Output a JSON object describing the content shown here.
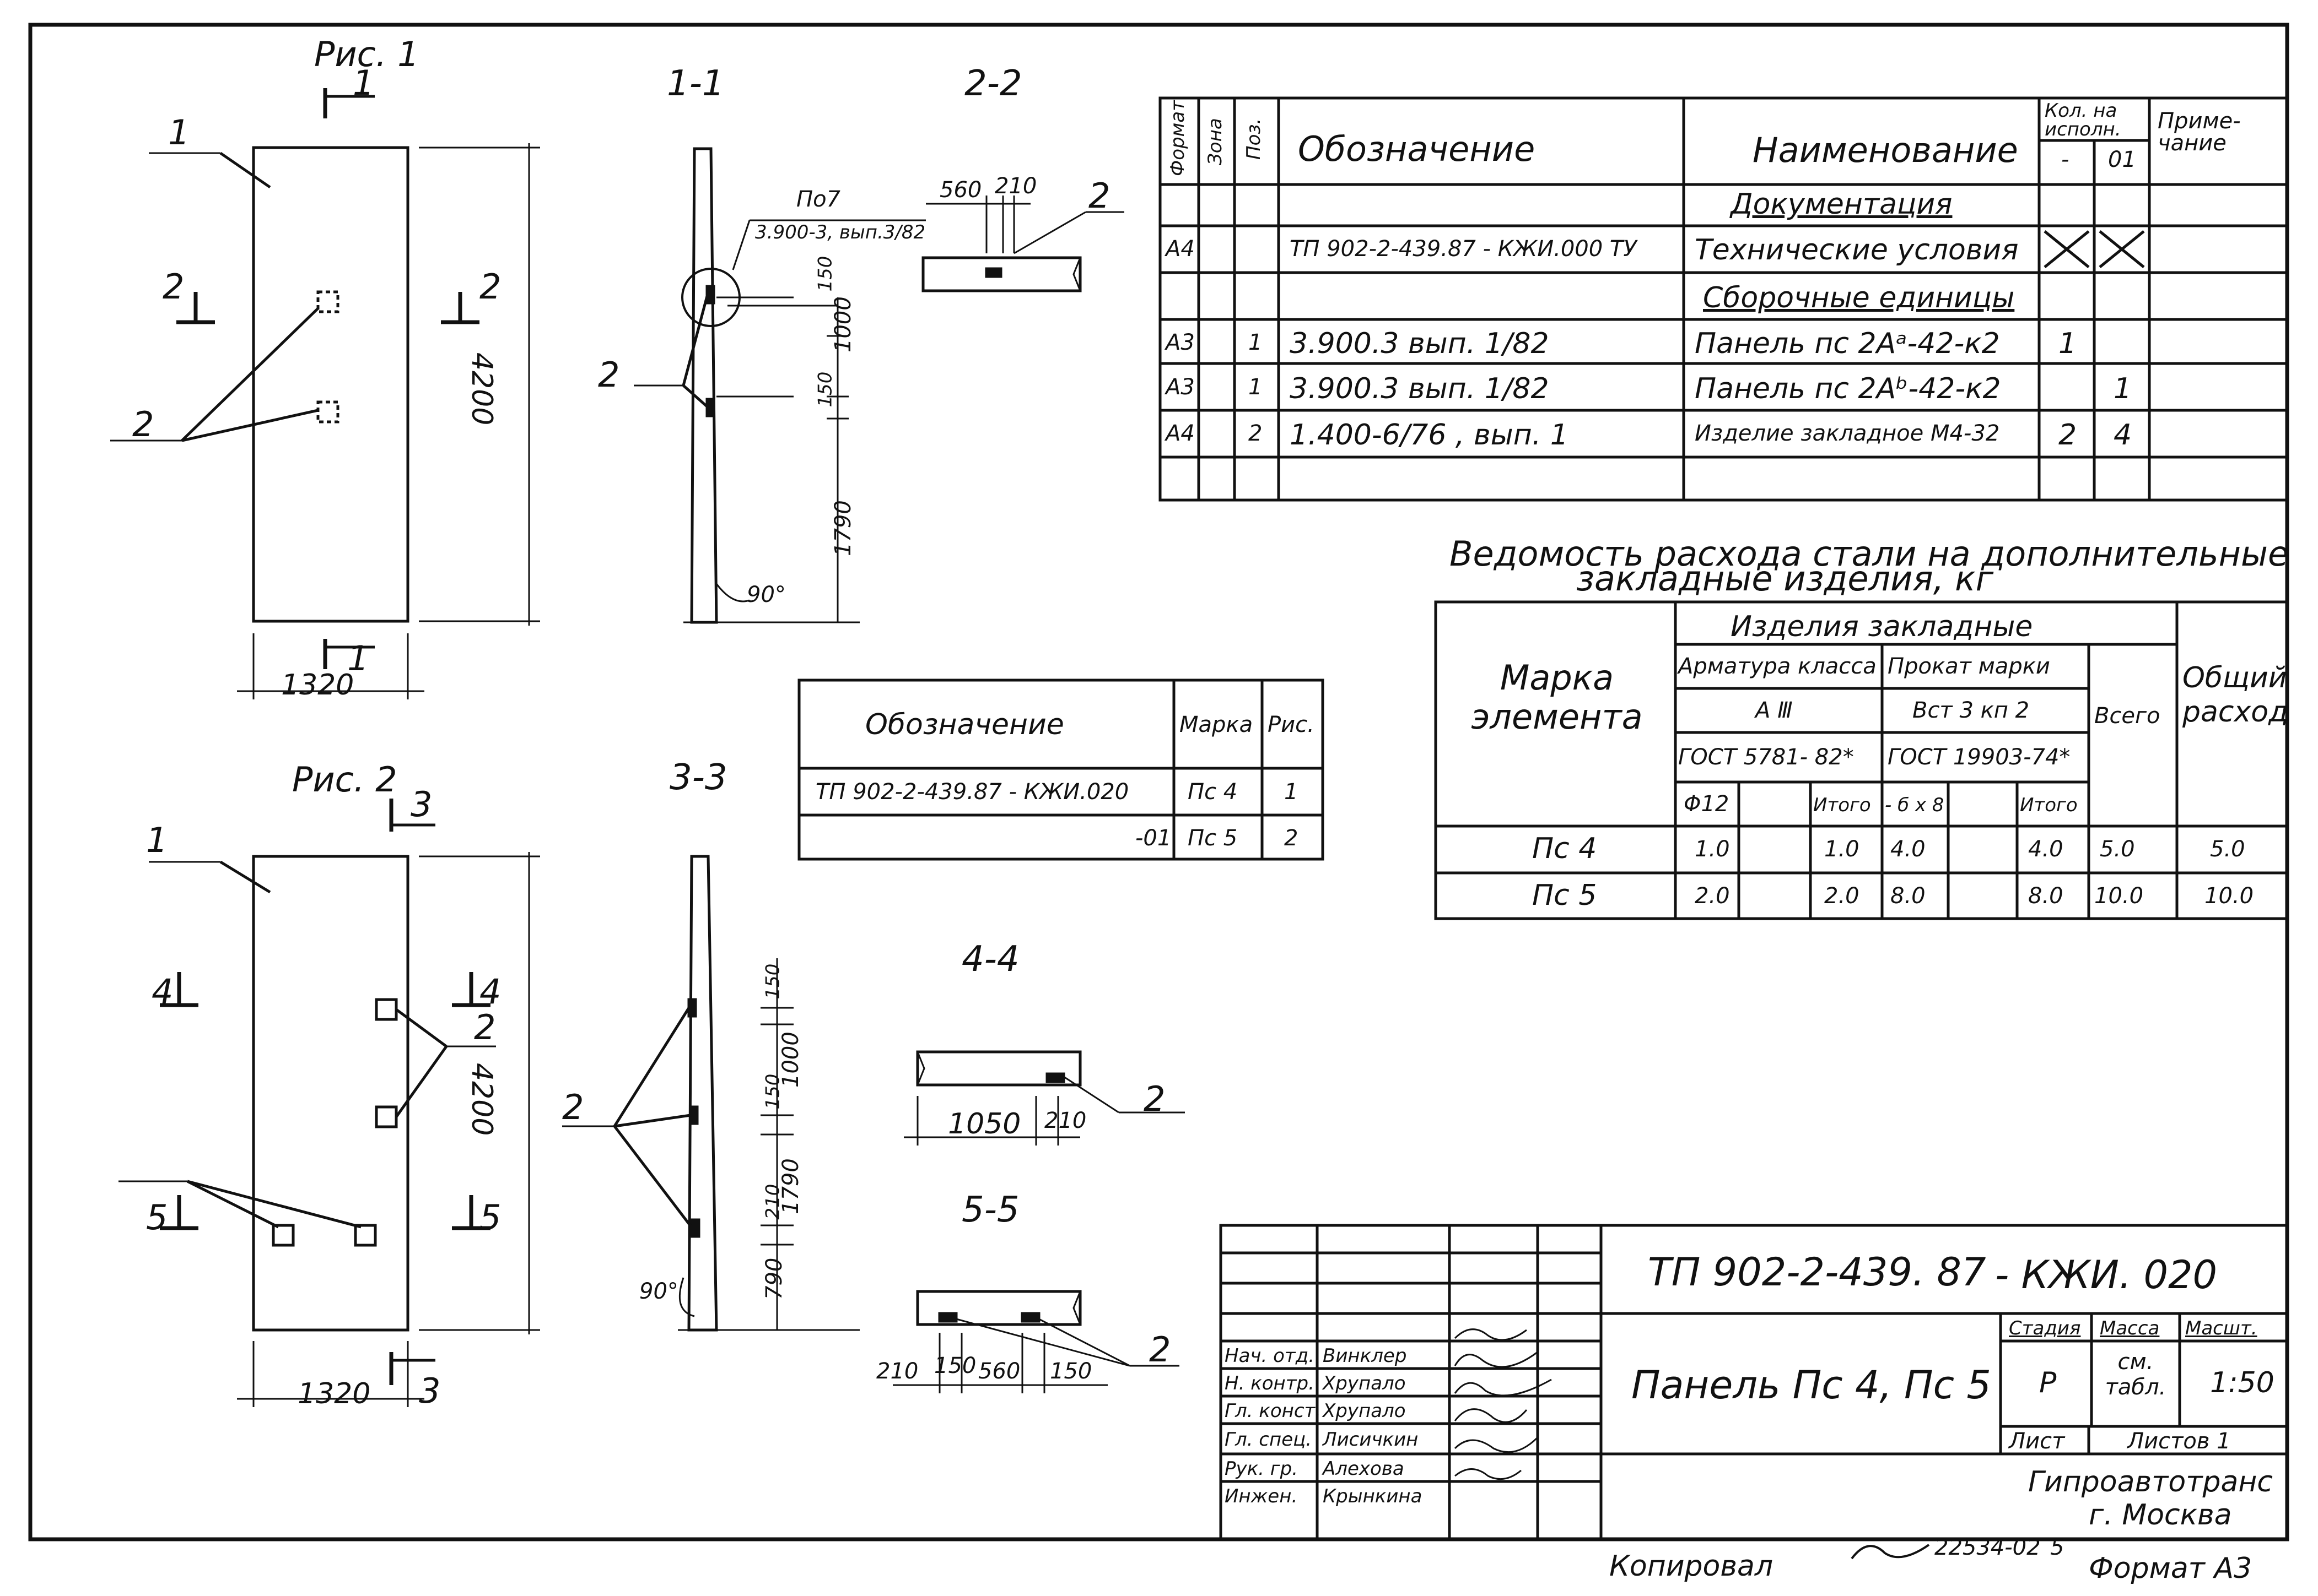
{
  "figures": {
    "fig1": "Рис. 1",
    "fig2": "Рис. 2",
    "sec_1_1": "1-1",
    "sec_2_2": "2-2",
    "sec_3_3": "3-3",
    "sec_4_4": "4-4",
    "sec_5_5": "5-5"
  },
  "fig1_dims": {
    "height": "4200",
    "width": "1320",
    "sec_mark": "1",
    "side_mark": "2",
    "pos_1": "1",
    "pos_2": "2"
  },
  "fig2_dims": {
    "height": "4200",
    "width": "1320",
    "sec3": "3",
    "sec4": "4",
    "sec5": "5",
    "pos_1": "1",
    "pos_2": "2",
    "pos_2b": "2"
  },
  "sec11_dims": {
    "ref": "По7",
    "ref2": "3.900-3, вып.3/82",
    "d150a": "150",
    "d1000": "1000",
    "d150b": "150",
    "d1790": "1790",
    "angle": "90°",
    "pos": "2"
  },
  "sec22_dims": {
    "d560": "560",
    "d210": "210",
    "pos": "2"
  },
  "sec33_dims": {
    "d150a": "150",
    "d1000": "1000",
    "d150b": "150",
    "d210": "210",
    "d1790": "1790",
    "d790": "790",
    "angle": "90°",
    "pos": "2"
  },
  "sec44_dims": {
    "d1050": "1050",
    "d210": "210",
    "pos": "2"
  },
  "sec55_dims": {
    "d210": "210",
    "d150": "150",
    "d560": "560",
    "d150b": "150",
    "pos": "2"
  },
  "spec": {
    "headers": {
      "format": "Формат",
      "zone": "Зона",
      "pos": "Поз.",
      "designation": "Обозначение",
      "name": "Наименование",
      "qty": "Кол. на исполн.",
      "qty_a": "-",
      "qty_b": "01",
      "note": "Приме-чание"
    },
    "section_docs": "Документация",
    "section_units": "Сборочные единицы",
    "rows": [
      {
        "format": "А4",
        "pos": "",
        "designation": "ТП 902-2-439.87 - КЖИ.000 ТУ",
        "name": "Технические условия",
        "qa": "",
        "qb": ""
      },
      {
        "format": "А3",
        "pos": "1",
        "designation": "3.900.3  вып. 1/82",
        "name": "Панель пс 2Аᵃ-42-к2",
        "qa": "1",
        "qb": ""
      },
      {
        "format": "А3",
        "pos": "1",
        "designation": "3.900.3  вып. 1/82",
        "name": "Панель пс 2Аᵇ-42-к2",
        "qa": "",
        "qb": "1"
      },
      {
        "format": "А4",
        "pos": "2",
        "designation": "1.400-6/76 , вып. 1",
        "name": "Изделие закладное М4-32",
        "qa": "2",
        "qb": "4"
      }
    ]
  },
  "steel": {
    "title1": "Ведомость расхода стали на дополнительные",
    "title2": "закладные изделия, кг",
    "h_mark": "Марка элемента",
    "h_items": "Изделия закладные",
    "h_arm": "Арматура класса",
    "h_arm_cls": "А Ⅲ",
    "h_gost1": "ГОСТ 5781- 82*",
    "h_prokat": "Прокат марки",
    "h_prokat_m": "Вст 3 кп 2",
    "h_gost2": "ГОСТ 19903-74*",
    "h_total": "Всего",
    "h_overall": "Общий расход",
    "h_phi": "Φ12",
    "h_itogo": "Итого",
    "h_b": "- б x 8",
    "h_itogo2": "Итого",
    "rows": [
      {
        "mark": "Пс 4",
        "a": "1.0",
        "ai": "1.0",
        "p": "4.0",
        "pi": "4.0",
        "tot": "5.0",
        "all": "5.0"
      },
      {
        "mark": "Пс 5",
        "a": "2.0",
        "ai": "2.0",
        "p": "8.0",
        "pi": "8.0",
        "tot": "10.0",
        "all": "10.0"
      }
    ]
  },
  "marks": {
    "h_desig": "Обозначение",
    "h_mark": "Марка",
    "h_fig": "Рис.",
    "rows": [
      {
        "desig": "ТП 902-2-439.87 - КЖИ.020",
        "mark": "Пс 4",
        "fig": "1"
      },
      {
        "desig": "-01",
        "mark": "Пс 5",
        "fig": "2"
      }
    ]
  },
  "titleblock": {
    "code": "ТП 902-2-439. 87",
    "code2": "- КЖИ. 020",
    "name": "Панель Пс 4, Пс 5",
    "stage_h": "Стадия",
    "mass_h": "Масса",
    "scale_h": "Масшт.",
    "stage": "Р",
    "mass": "см. табл.",
    "scale": "1:50",
    "sheet_h": "Лист",
    "sheets_h": "Листов 1",
    "org1": "Гипроавтотранс",
    "org2": "г. Москва",
    "people": [
      {
        "role": "Нач. отд.",
        "name": "Винклер"
      },
      {
        "role": "Н. контр.",
        "name": "Хрупало"
      },
      {
        "role": "Гл. конст.",
        "name": "Хрупало"
      },
      {
        "role": "Гл. спец.",
        "name": "Лисичкин"
      },
      {
        "role": "Рук. гр.",
        "name": "Алехова"
      },
      {
        "role": "Инжен.",
        "name": "Крынкина"
      }
    ]
  },
  "footer": {
    "copied": "Копировал",
    "num": "22534-02",
    "page": "5",
    "format": "Формат А3"
  }
}
